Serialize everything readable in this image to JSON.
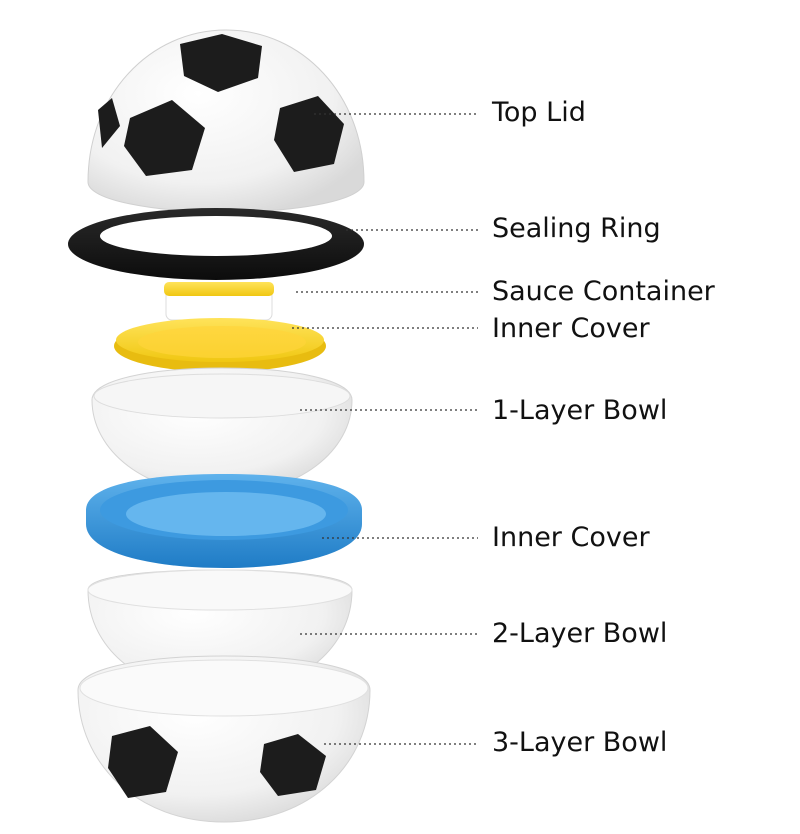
{
  "labels": {
    "top_lid": "Top Lid",
    "sealing_ring": "Sealing Ring",
    "sauce_container": "Sauce Container",
    "inner_cover_1": "Inner Cover",
    "layer1_bowl": "1-Layer Bowl",
    "inner_cover_2": "Inner Cover",
    "layer2_bowl": "2-Layer Bowl",
    "layer3_bowl": "3-Layer Bowl"
  },
  "colors": {
    "ring": "#141414",
    "sauce": "#f7d21e",
    "inner_cover_yellow": "#f5d21c",
    "inner_cover_blue": "#2d8fd6",
    "ball_patch": "#1c1c1c",
    "bowl_white": "#f3f3f3",
    "leader": "#333333"
  }
}
